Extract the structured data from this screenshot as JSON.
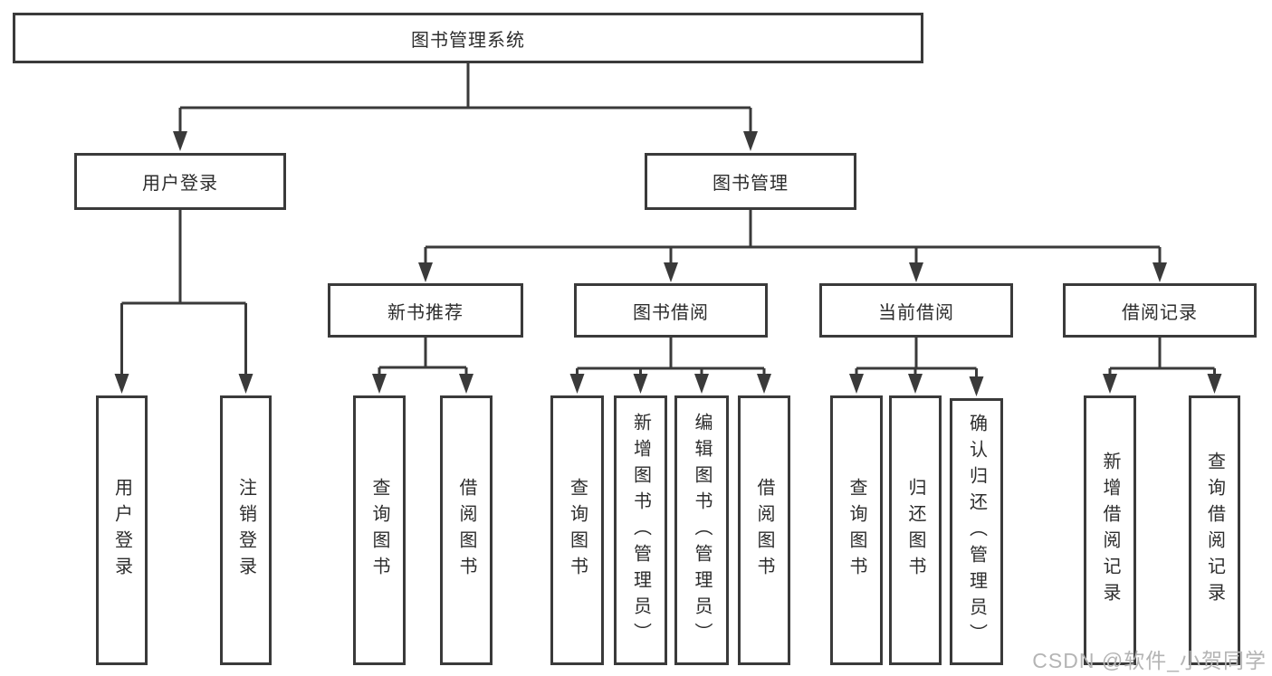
{
  "tree": {
    "root": {
      "label": "图书管理系统"
    },
    "branches": [
      {
        "label": "用户登录",
        "children": [
          {
            "label": "用户登录"
          },
          {
            "label": "注销登录"
          }
        ]
      },
      {
        "label": "图书管理",
        "children": [
          {
            "label": "新书推荐",
            "children": [
              {
                "label": "查询图书"
              },
              {
                "label": "借阅图书"
              }
            ]
          },
          {
            "label": "图书借阅",
            "children": [
              {
                "label": "查询图书"
              },
              {
                "label": "新增图书（管理员）"
              },
              {
                "label": "编辑图书（管理员）"
              },
              {
                "label": "借阅图书"
              }
            ]
          },
          {
            "label": "当前借阅",
            "children": [
              {
                "label": "查询图书"
              },
              {
                "label": "归还图书"
              },
              {
                "label": "确认归还（管理员）"
              }
            ]
          },
          {
            "label": "借阅记录",
            "children": [
              {
                "label": "新增借阅记录"
              },
              {
                "label": "查询借阅记录"
              }
            ]
          }
        ]
      }
    ]
  },
  "watermark": {
    "text": "CSDN @软件_小贺同学"
  },
  "colors": {
    "line": "#3a3a3a",
    "text": "#2d2d2d",
    "watermark": "#b4b4b4",
    "background": "#ffffff"
  }
}
